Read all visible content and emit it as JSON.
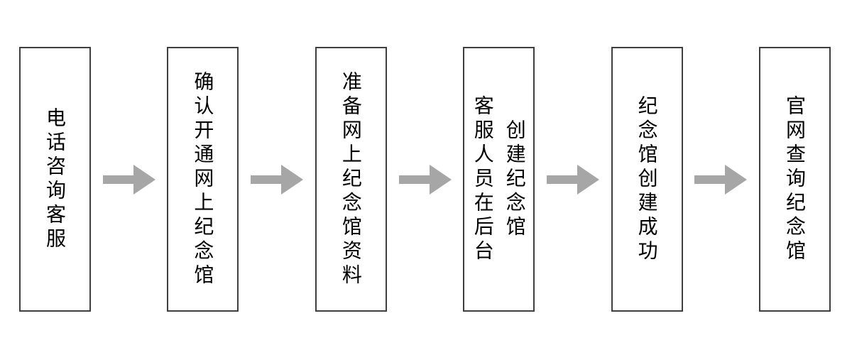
{
  "flowchart": {
    "title": "memorial-hall-creation-process",
    "direction": "left-to-right",
    "steps": [
      {
        "index": 1,
        "label": "电话咨询客服"
      },
      {
        "index": 2,
        "label": "确认开通网上纪念馆"
      },
      {
        "index": 3,
        "label": "准备网上纪念馆资料"
      },
      {
        "index": 4,
        "label": "客服人员在后台\n创建纪念馆"
      },
      {
        "index": 5,
        "label": "纪念馆创建成功"
      },
      {
        "index": 6,
        "label": "官网查询纪念馆"
      }
    ],
    "arrows": {
      "count": 5,
      "direction": "right",
      "color": "#a6a6a6"
    },
    "colors": {
      "box_border": "#3f3f3f",
      "box_fill": "#ffffff",
      "text": "#000000",
      "background": "#ffffff"
    }
  }
}
